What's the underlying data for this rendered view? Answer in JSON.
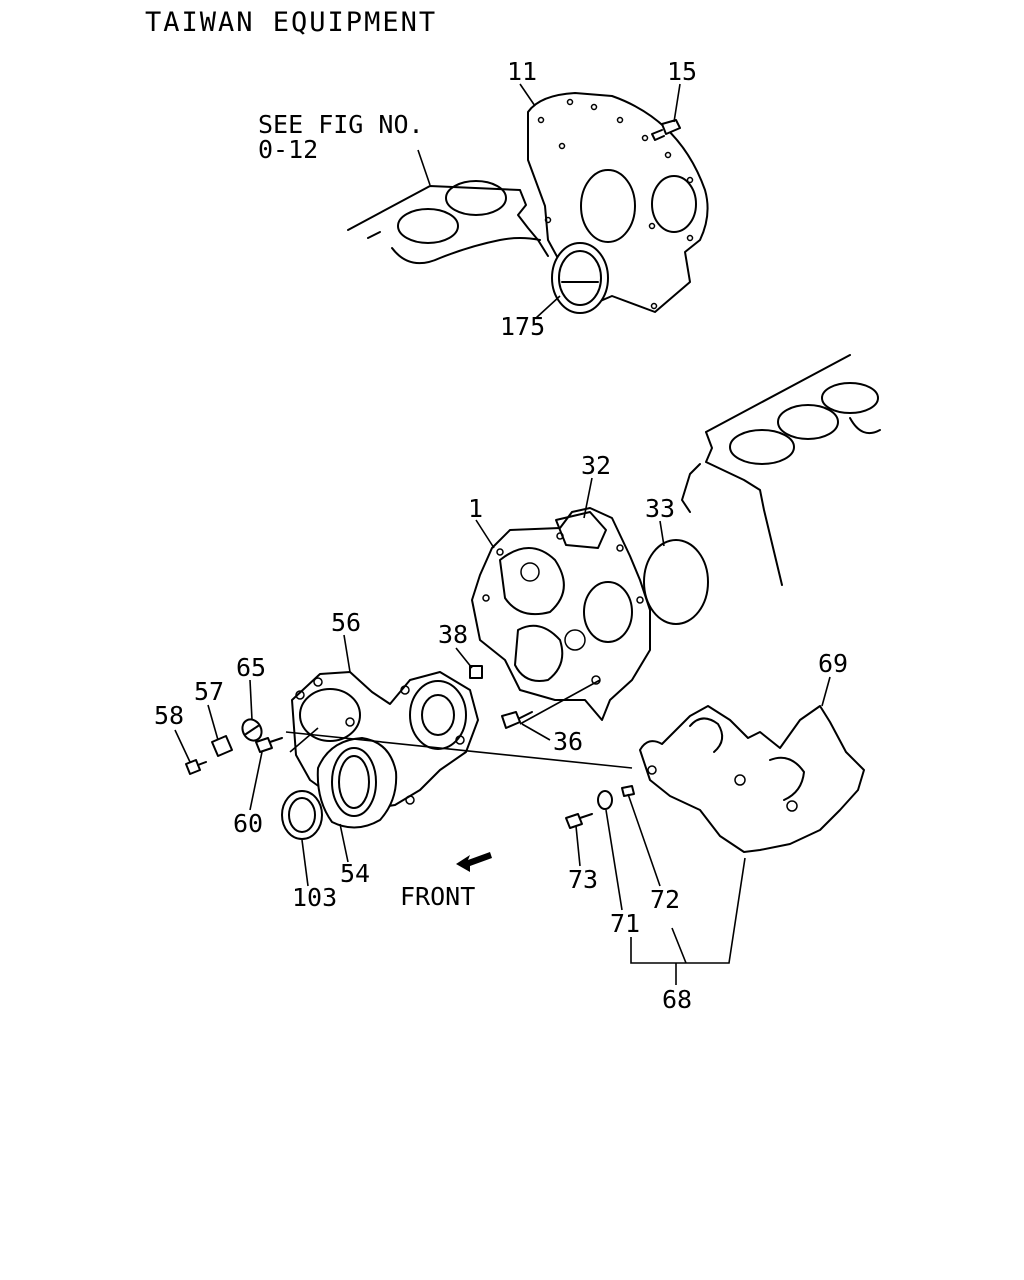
{
  "header": {
    "title": "TAIWAN EQUIPMENT"
  },
  "reference": {
    "line1": "SEE FIG NO.",
    "line2": "0-12"
  },
  "direction": {
    "label": "FRONT"
  },
  "callouts": {
    "c11": "11",
    "c15": "15",
    "c175": "175",
    "c32": "32",
    "c1": "1",
    "c33": "33",
    "c56": "56",
    "c38": "38",
    "c65": "65",
    "c57": "57",
    "c58": "58",
    "c36": "36",
    "c60": "60",
    "c54": "54",
    "c103": "103",
    "c69": "69",
    "c73": "73",
    "c72": "72",
    "c71": "71",
    "c68": "68"
  }
}
